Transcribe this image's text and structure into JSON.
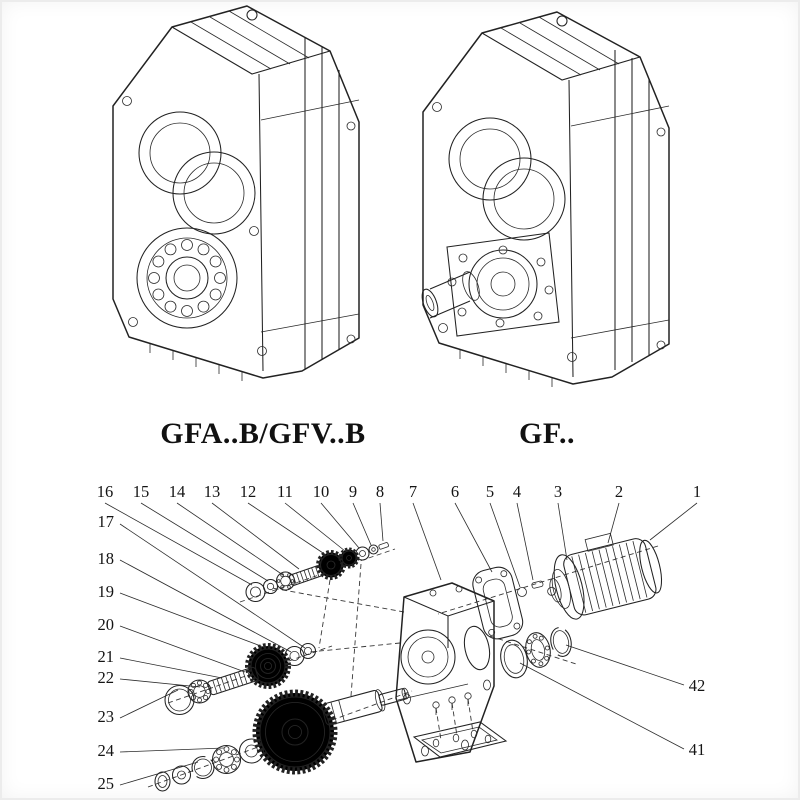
{
  "page": {
    "background": "#e8e8e8",
    "paper": "#ffffff",
    "line_color": "#222222",
    "text_color": "#141414"
  },
  "models": [
    {
      "label": "GFA..B/GFV..B"
    },
    {
      "label": "GF.."
    }
  ],
  "exploded": {
    "top_numbers": [
      "16",
      "15",
      "14",
      "13",
      "12",
      "11",
      "10",
      "9",
      "8",
      "7",
      "6",
      "5",
      "4",
      "3",
      "2",
      "1"
    ],
    "left_numbers": [
      "17",
      "18",
      "19",
      "20",
      "21",
      "22",
      "23",
      "24",
      "25"
    ],
    "right_numbers": [
      "42",
      "41"
    ]
  }
}
